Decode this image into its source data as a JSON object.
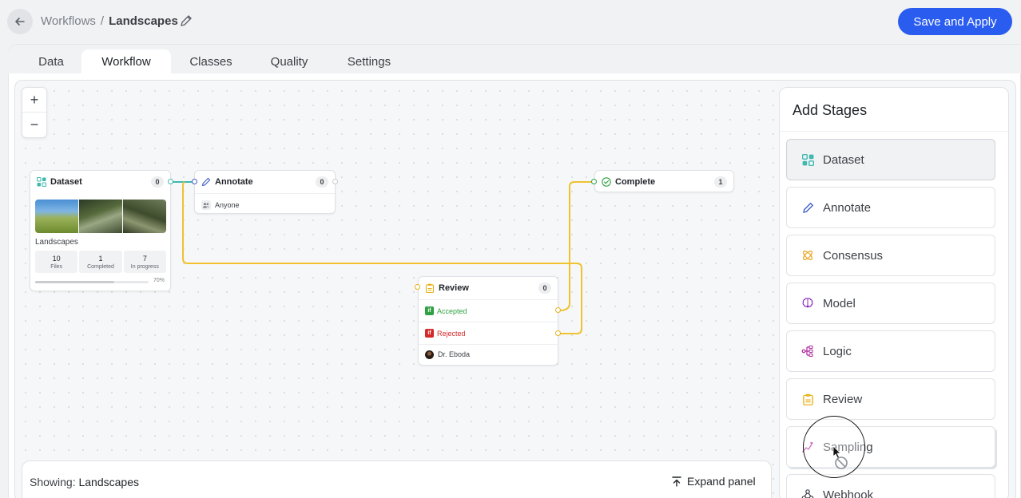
{
  "header": {
    "breadcrumb_parent": "Workflows",
    "breadcrumb_sep": "/",
    "breadcrumb_current": "Landscapes",
    "save_label": "Save and Apply",
    "accent": "#2a5cf0"
  },
  "tabs": [
    {
      "label": "Data"
    },
    {
      "label": "Workflow",
      "active": true
    },
    {
      "label": "Classes"
    },
    {
      "label": "Quality"
    },
    {
      "label": "Settings"
    }
  ],
  "zoom": {
    "in_label": "+",
    "out_label": "−"
  },
  "nodes": {
    "dataset": {
      "title": "Dataset",
      "count": "0",
      "name": "Landscapes",
      "stats": [
        {
          "value": "10",
          "label": "Files"
        },
        {
          "value": "1",
          "label": "Completed"
        },
        {
          "value": "7",
          "label": "In progress"
        }
      ],
      "progress_pct": 70,
      "progress_text": "70%"
    },
    "annotate": {
      "title": "Annotate",
      "count": "0",
      "assignee": "Anyone"
    },
    "complete": {
      "title": "Complete",
      "count": "1"
    },
    "review": {
      "title": "Review",
      "count": "0",
      "accepted": "Accepted",
      "rejected": "Rejected",
      "if_label": "if",
      "reviewer": "Dr. Eboda"
    }
  },
  "panel": {
    "title": "Add Stages",
    "stages": [
      {
        "label": "Dataset",
        "icon": "dataset-icon",
        "selected": true
      },
      {
        "label": "Annotate",
        "icon": "pen-icon"
      },
      {
        "label": "Consensus",
        "icon": "consensus-icon"
      },
      {
        "label": "Model",
        "icon": "brain-icon"
      },
      {
        "label": "Logic",
        "icon": "logic-icon"
      },
      {
        "label": "Review",
        "icon": "clipboard-icon"
      },
      {
        "label": "Sampling",
        "icon": "sampling-icon"
      },
      {
        "label": "Webhook",
        "icon": "webhook-icon"
      }
    ]
  },
  "bottom": {
    "showing_label": "Showing:",
    "showing_value": "Landscapes",
    "expand_label": "Expand panel"
  }
}
